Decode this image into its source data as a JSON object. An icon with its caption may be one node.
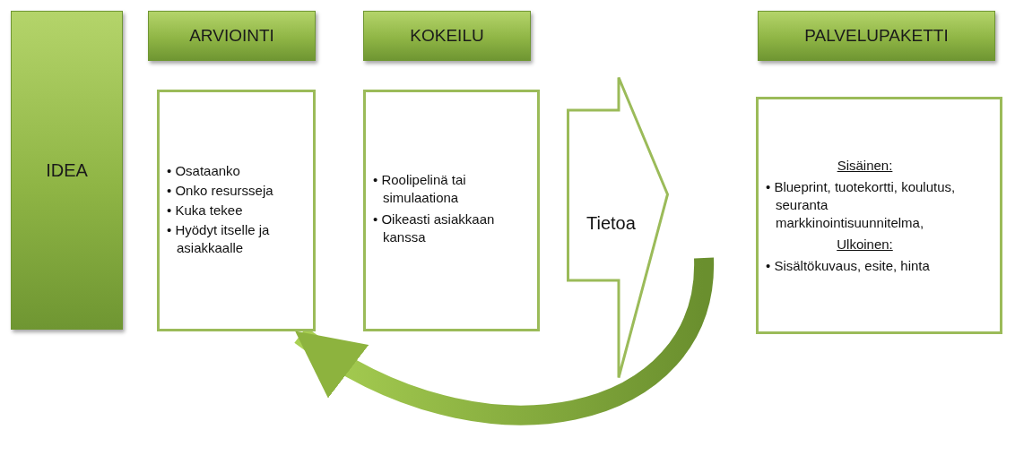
{
  "diagram": {
    "nodes": [
      {
        "text": [
          "IDEA"
        ]
      },
      {
        "text": [
          "ARVIOINTI"
        ]
      },
      {
        "text": [
          "KOKEILU"
        ]
      },
      {
        "text": [
          "PALVELUPAKETTI"
        ]
      },
      {
        "text": [
          "• Osataanko",
          "• Onko resursseja",
          "• Kuka tekee",
          "• Hyödyt itselle ja asiakkaalle"
        ]
      },
      {
        "text": [
          "• Roolipelinä tai simulaationa",
          "• Oikeasti asiakkaan kanssa"
        ]
      },
      {
        "text": [
          "Tietoa"
        ]
      },
      {
        "text": [
          "Sisäinen:",
          "• Blueprint, tuotekortti, koulutus, seuranta markkinointisuunnitelma,",
          "Ulkoinen:",
          "• Sisältökuvaus, esite, hinta"
        ]
      }
    ],
    "edges": [
      {
        "from": null,
        "to": 4,
        "arrow": "to",
        "style": "thick",
        "color": "#8db33e"
      }
    ]
  }
}
